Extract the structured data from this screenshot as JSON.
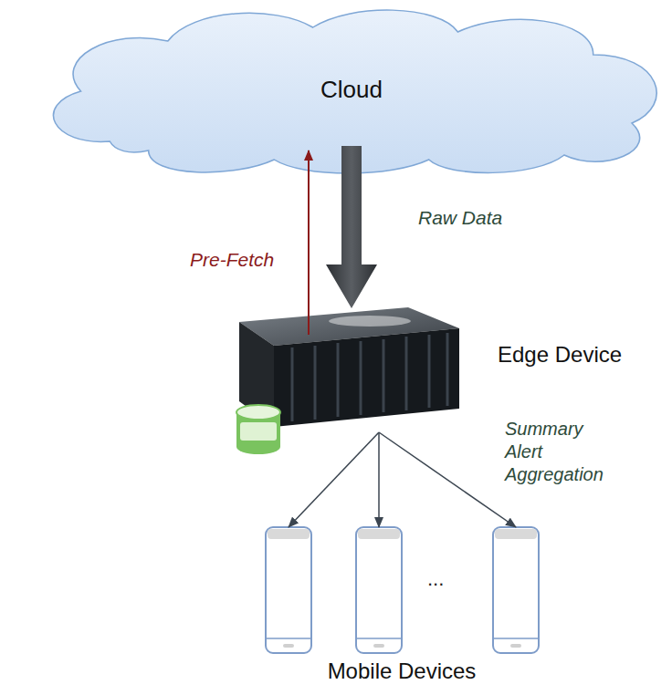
{
  "diagram": {
    "nodes": [
      {
        "text": [
          "Cloud"
        ]
      },
      {
        "text": [
          "Edge Device"
        ]
      },
      {
        "text": [
          "Mobile Devices"
        ]
      }
    ],
    "edges": [
      {
        "from": 0,
        "to": 1,
        "label": "Raw Data",
        "arrow": "to"
      },
      {
        "from": 1,
        "to": 0,
        "label": "Pre-Fetch",
        "arrow": "to"
      },
      {
        "from": 1,
        "to": 2,
        "arrow": "to"
      },
      {
        "from": 1,
        "to": 2,
        "arrow": "to"
      },
      {
        "from": 1,
        "to": 2,
        "label": "Summary Alert Aggregation",
        "arrow": "to"
      }
    ],
    "labels": [
      "..."
    ]
  }
}
